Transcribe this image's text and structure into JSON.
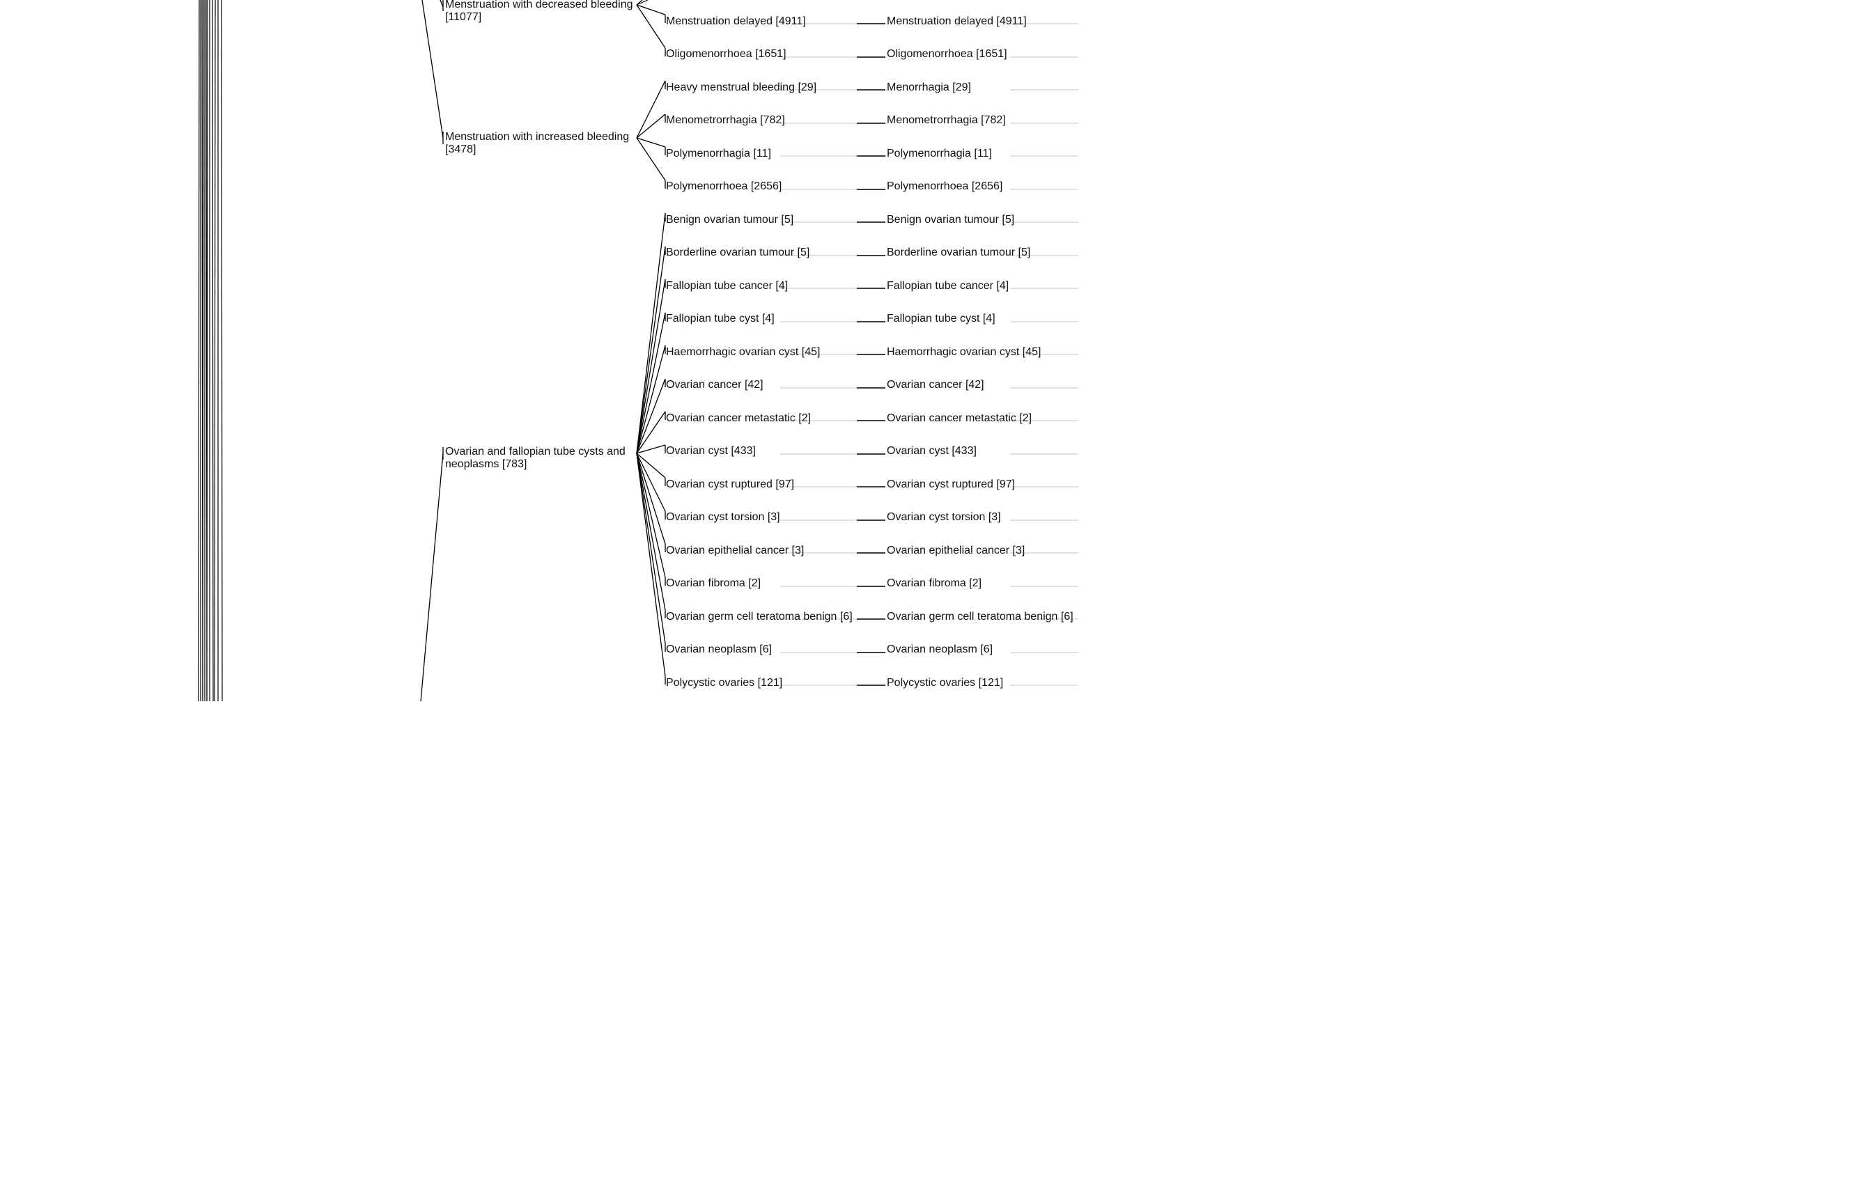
{
  "colors": {
    "link": "#000000",
    "guide": "#d0d0d0",
    "text": "#111111"
  },
  "parents": [
    {
      "id": "decreased",
      "label": "Menstruation with decreased bleeding [11077]"
    },
    {
      "id": "increased",
      "label": "Menstruation with increased bleeding [3478]"
    },
    {
      "id": "ovarian",
      "label": "Ovarian and fallopian tube cysts and neoplasms [783]"
    }
  ],
  "terms": [
    {
      "parent": "decreased",
      "pt": "Menstruation delayed [4911]",
      "llt": "Menstruation delayed [4911]"
    },
    {
      "parent": "decreased",
      "pt": "Oligomenorrhoea [1651]",
      "llt": "Oligomenorrhoea [1651]"
    },
    {
      "parent": "increased",
      "pt": "Heavy menstrual bleeding [29]",
      "llt": "Menorrhagia [29]"
    },
    {
      "parent": "increased",
      "pt": "Menometrorrhagia [782]",
      "llt": "Menometrorrhagia [782]"
    },
    {
      "parent": "increased",
      "pt": "Polymenorrhagia [11]",
      "llt": "Polymenorrhagia [11]"
    },
    {
      "parent": "increased",
      "pt": "Polymenorrhoea [2656]",
      "llt": "Polymenorrhoea [2656]"
    },
    {
      "parent": "ovarian",
      "pt": "Benign ovarian tumour [5]",
      "llt": "Benign ovarian tumour [5]"
    },
    {
      "parent": "ovarian",
      "pt": "Borderline ovarian tumour [5]",
      "llt": "Borderline ovarian tumour [5]"
    },
    {
      "parent": "ovarian",
      "pt": "Fallopian tube cancer [4]",
      "llt": "Fallopian tube cancer [4]"
    },
    {
      "parent": "ovarian",
      "pt": "Fallopian tube cyst [4]",
      "llt": "Fallopian tube cyst [4]"
    },
    {
      "parent": "ovarian",
      "pt": "Haemorrhagic ovarian cyst [45]",
      "llt": "Haemorrhagic ovarian cyst [45]"
    },
    {
      "parent": "ovarian",
      "pt": "Ovarian cancer [42]",
      "llt": "Ovarian cancer [42]"
    },
    {
      "parent": "ovarian",
      "pt": "Ovarian cancer metastatic [2]",
      "llt": "Ovarian cancer metastatic [2]"
    },
    {
      "parent": "ovarian",
      "pt": "Ovarian cyst [433]",
      "llt": "Ovarian cyst [433]"
    },
    {
      "parent": "ovarian",
      "pt": "Ovarian cyst ruptured [97]",
      "llt": "Ovarian cyst ruptured [97]"
    },
    {
      "parent": "ovarian",
      "pt": "Ovarian cyst torsion [3]",
      "llt": "Ovarian cyst torsion [3]"
    },
    {
      "parent": "ovarian",
      "pt": "Ovarian epithelial cancer [3]",
      "llt": "Ovarian epithelial cancer [3]"
    },
    {
      "parent": "ovarian",
      "pt": "Ovarian fibroma [2]",
      "llt": "Ovarian fibroma [2]"
    },
    {
      "parent": "ovarian",
      "pt": "Ovarian germ cell teratoma benign [6]",
      "llt": "Ovarian germ cell teratoma benign [6]"
    },
    {
      "parent": "ovarian",
      "pt": "Ovarian neoplasm [6]",
      "llt": "Ovarian neoplasm [6]"
    },
    {
      "parent": "ovarian",
      "pt": "Polycystic ovaries [121]",
      "llt": "Polycystic ovaries [121]"
    }
  ]
}
